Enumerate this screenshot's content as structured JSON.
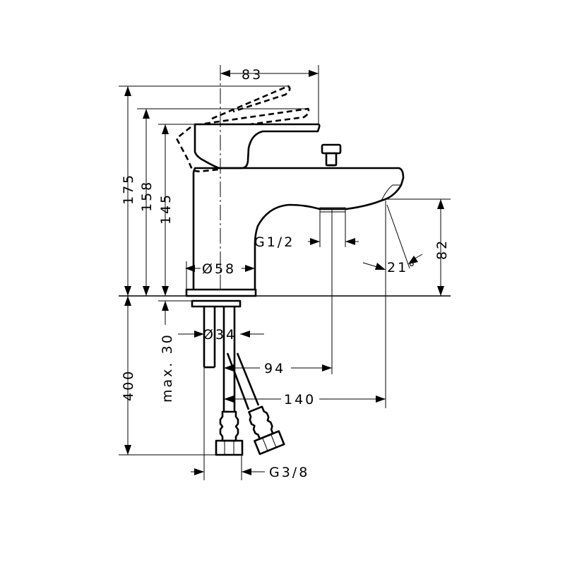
{
  "dimensions": {
    "width_top": "83",
    "height_175": "175",
    "height_158": "158",
    "height_145": "145",
    "height_82": "82",
    "thread_spout": "G1/2",
    "angle": "21°",
    "body_diameter": "Ø58",
    "shank_diameter": "Ø34",
    "max_30": "max. 30",
    "hose_400": "400",
    "reach_94": "94",
    "reach_140": "140",
    "thread_hose": "G3/8"
  }
}
